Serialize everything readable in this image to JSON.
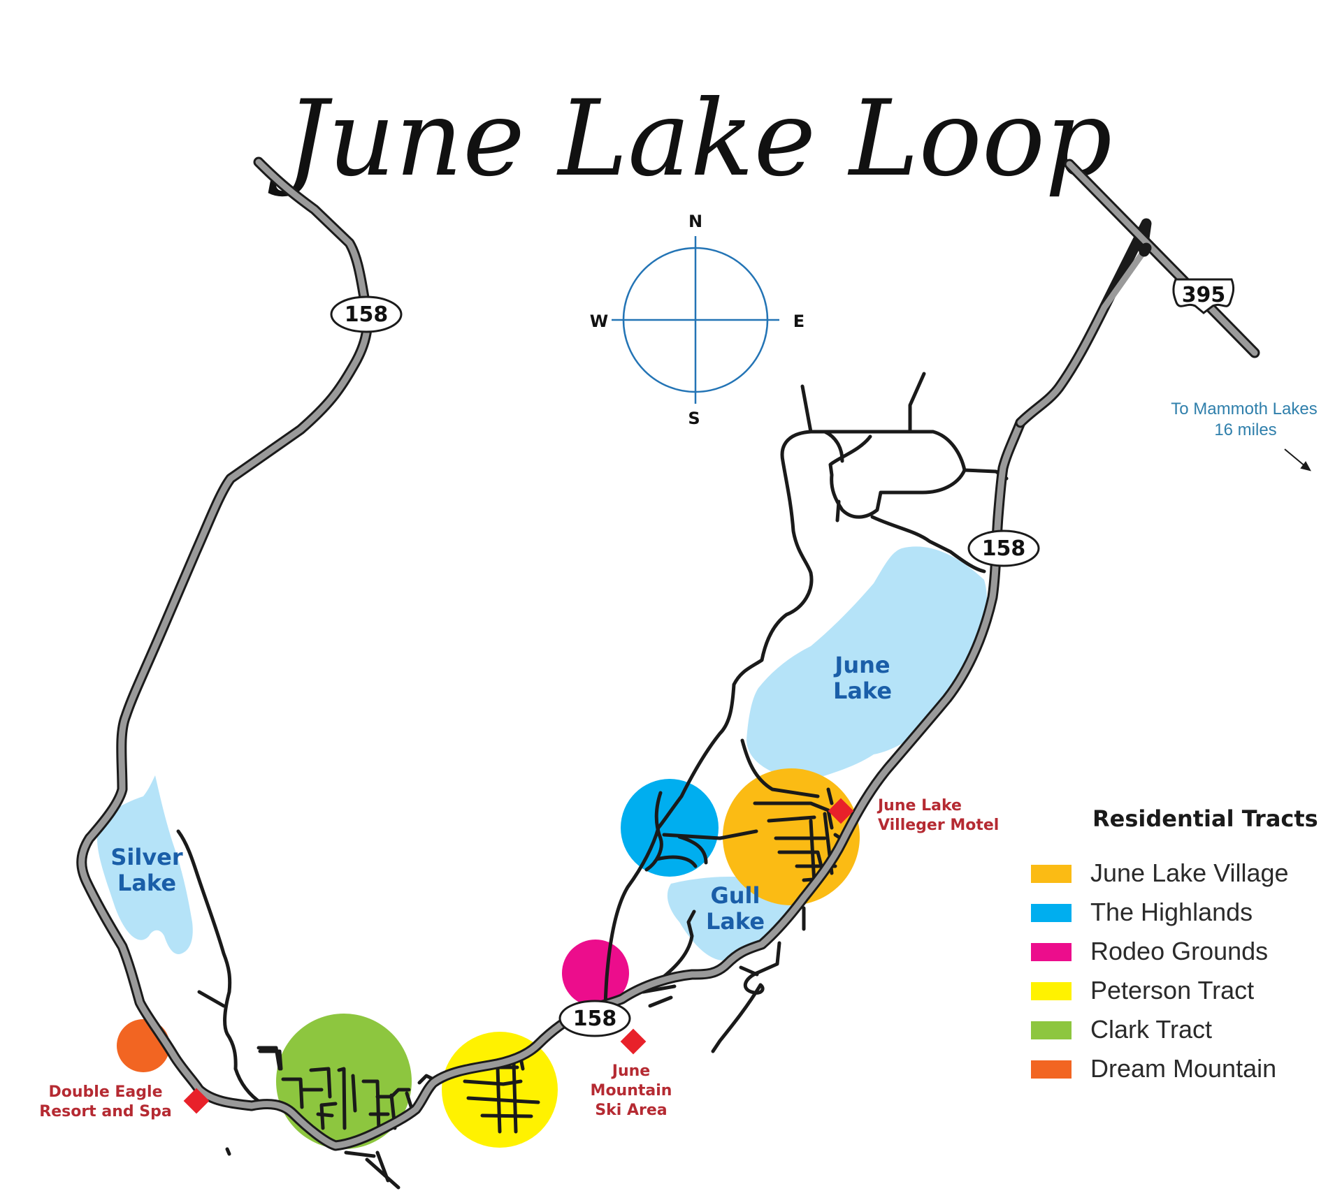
{
  "title": "June Lake Loop",
  "compass": {
    "n": "N",
    "s": "S",
    "e": "E",
    "w": "W"
  },
  "shields": {
    "route_158": "158",
    "route_395": "395"
  },
  "directions": {
    "mammoth_line1": "To Mammoth Lakes",
    "mammoth_line2": "16 miles",
    "arrow_icon": "arrow-southeast-icon"
  },
  "lakes": {
    "june_line1": "June",
    "june_line2": "Lake",
    "gull_line1": "Gull",
    "gull_line2": "Lake",
    "silver_line1": "Silver",
    "silver_line2": "Lake",
    "water_color": "#b5e3f8",
    "label_color": "#1a5ea8"
  },
  "places": {
    "villager_line1": "June Lake",
    "villager_line2": "Villeger Motel",
    "ski_line1": "June",
    "ski_line2": "Mountain",
    "ski_line3": "Ski Area",
    "double_eagle_line1": "Double Eagle",
    "double_eagle_line2": "Resort and Spa",
    "label_color": "#b52a32",
    "marker_color": "#e8212a"
  },
  "legend": {
    "title": "Residential Tracts",
    "items": [
      {
        "label": "June Lake Village",
        "color": "#fbbb14"
      },
      {
        "label": "The Highlands",
        "color": "#00aeef"
      },
      {
        "label": "Rodeo Grounds",
        "color": "#ec0d8c"
      },
      {
        "label": "Peterson Tract",
        "color": "#fff200"
      },
      {
        "label": "Clark Tract",
        "color": "#8dc63f"
      },
      {
        "label": "Dream Mountain",
        "color": "#f26522"
      }
    ]
  },
  "colors": {
    "highway_fill": "#9a9a9a",
    "road": "#1a1a1a",
    "compass": "#2374b5"
  }
}
